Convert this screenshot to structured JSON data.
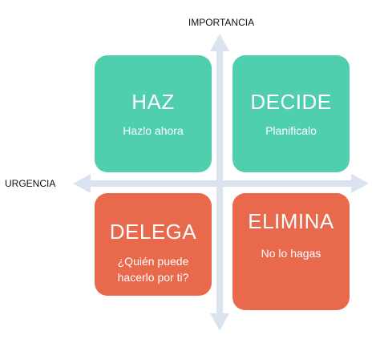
{
  "axes": {
    "vertical_label": "IMPORTANCIA",
    "horizontal_label": "URGENCIA",
    "color": "#dbe3f1"
  },
  "quadrants": {
    "do": {
      "title": "HAZ",
      "subtitle": "Hazlo ahora",
      "color": "#4fcfad"
    },
    "decide": {
      "title": "DECIDE",
      "subtitle": "Planificalo",
      "color": "#4fcfad"
    },
    "delegate": {
      "title": "DELEGA",
      "subtitle": "¿Quién puede hacerlo por ti?",
      "color": "#e8694b"
    },
    "eliminate": {
      "title": "ELIMINA",
      "subtitle": "No lo hagas",
      "color": "#e8694b"
    }
  }
}
